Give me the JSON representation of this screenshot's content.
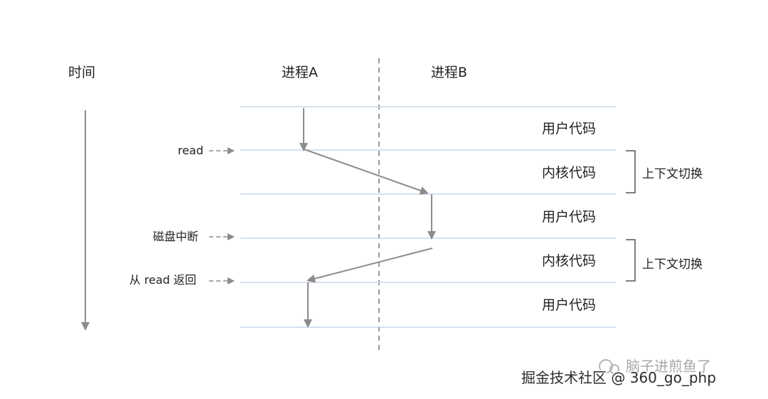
{
  "headers": {
    "time": "时间",
    "process_a": "进程A",
    "process_b": "进程B"
  },
  "events": {
    "read": "read",
    "disk_interrupt": "磁盘中断",
    "return_from_read": "从 read 返回"
  },
  "bands": [
    "用户代码",
    "内核代码",
    "用户代码",
    "内核代码",
    "用户代码"
  ],
  "context_switch": [
    "上下文切换",
    "上下文切换"
  ],
  "watermark": {
    "wechat": "脑子进煎鱼了",
    "juejin": "掘金技术社区 @ 360_go_php"
  },
  "colors": {
    "band_line": "#c9d7e8",
    "arrow": "#8c8c8c",
    "text": "#222222"
  }
}
